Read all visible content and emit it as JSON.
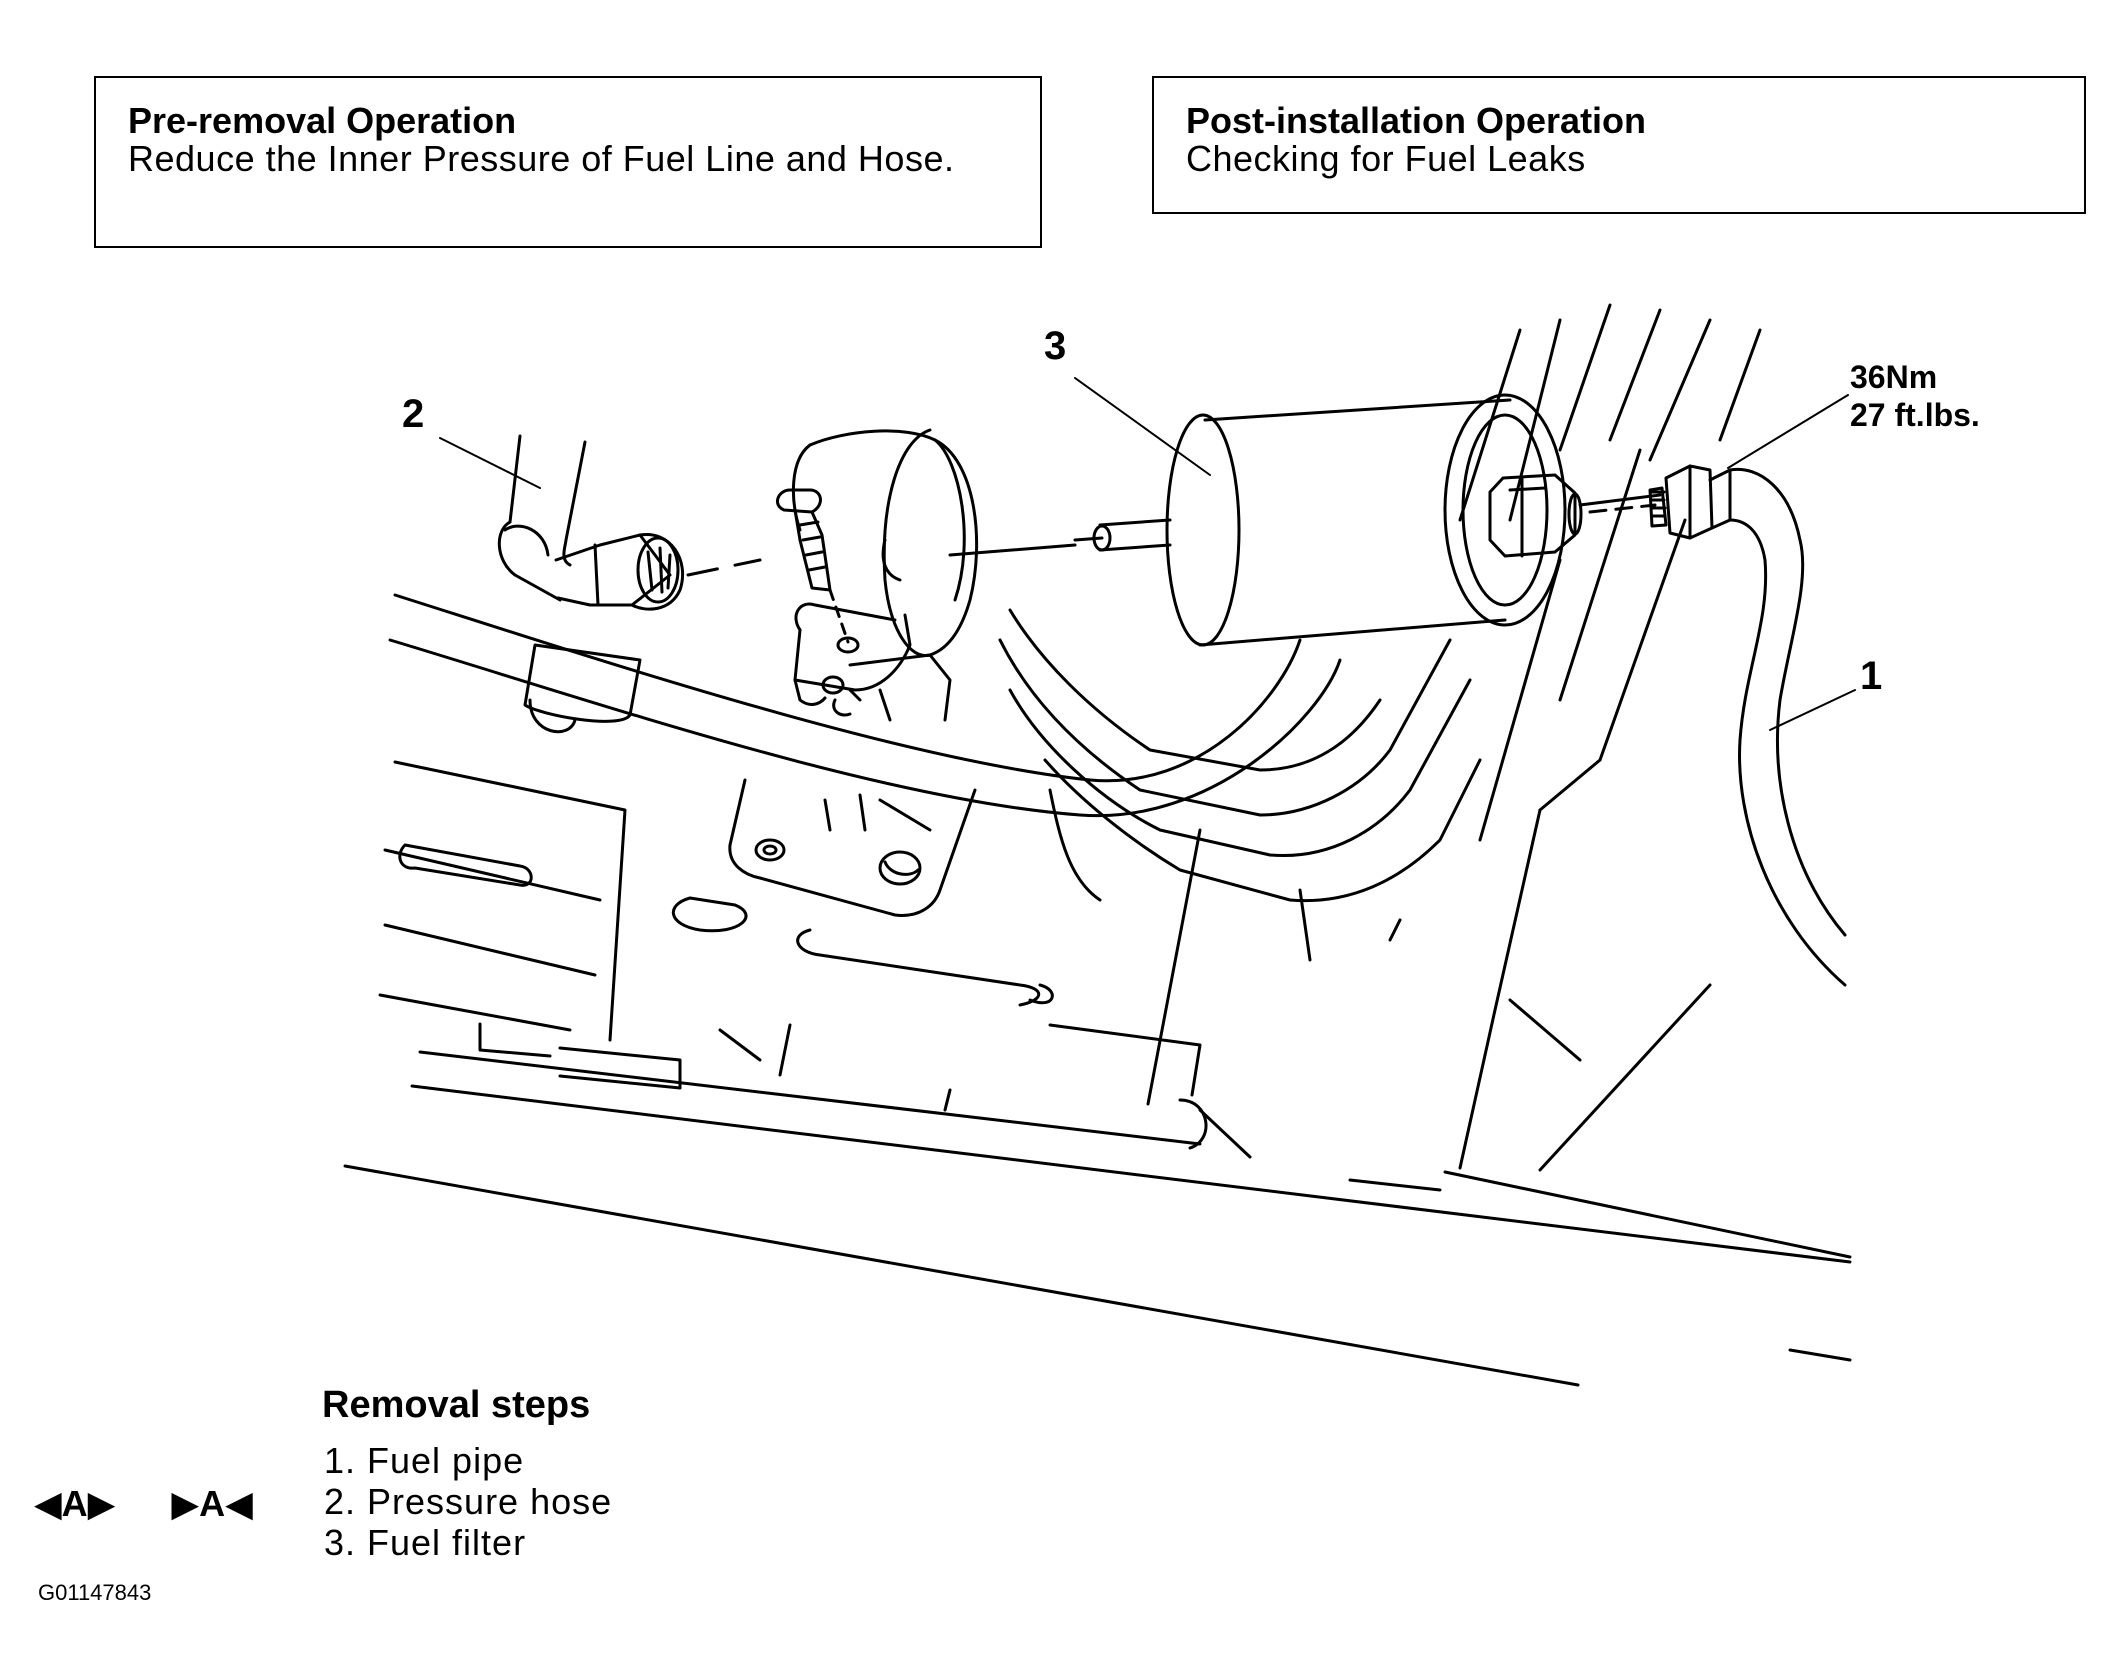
{
  "pre_removal": {
    "title": "Pre-removal Operation",
    "text": "Reduce the Inner Pressure of Fuel Line and Hose."
  },
  "post_installation": {
    "title": "Post-installation Operation",
    "text": "Checking for Fuel Leaks"
  },
  "callouts": {
    "fuel_pipe": "1",
    "pressure_hose": "2",
    "fuel_filter": "3"
  },
  "torque": {
    "metric": "36Nm",
    "imperial": "27 ft.lbs."
  },
  "removal_steps": {
    "title": "Removal steps",
    "items": [
      "1. Fuel pipe",
      "2. Pressure hose",
      "3. Fuel filter"
    ]
  },
  "markers": {
    "removal": "◀A▶",
    "installation": "▶A◀"
  },
  "figure_id": "G01147843"
}
